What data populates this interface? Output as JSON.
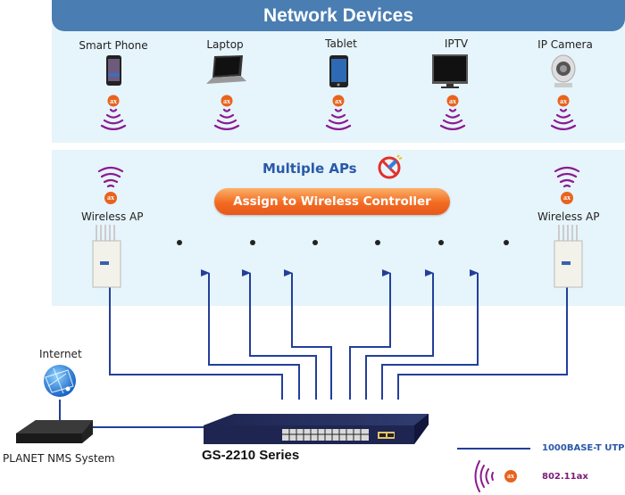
{
  "devices_section": {
    "title": "Network Devices",
    "devices": [
      {
        "label": "Smart Phone",
        "icon": "smartphone-icon",
        "badge": "ax"
      },
      {
        "label": "Laptop",
        "icon": "laptop-icon",
        "badge": "ax"
      },
      {
        "label": "Tablet",
        "icon": "tablet-icon",
        "badge": "ax"
      },
      {
        "label": "IPTV",
        "icon": "tv-icon",
        "badge": "ax"
      },
      {
        "label": "IP Camera",
        "icon": "webcam-icon",
        "badge": "ax"
      }
    ]
  },
  "aps_section": {
    "title": "Multiple APs",
    "button_label": "Assign to Wireless Controller",
    "left_ap": {
      "label": "Wireless AP",
      "badge": "ax"
    },
    "right_ap": {
      "label": "Wireless AP",
      "badge": "ax"
    }
  },
  "internet_label": "Internet",
  "nms_label": "PLANET NMS System",
  "switch_label": "GS-2210 Series",
  "legend": {
    "utp_label": "1000BASE-T UTP",
    "wifi_label": "802.11ax",
    "wifi_badge": "ax"
  },
  "colors": {
    "header_blue": "#4a7db2",
    "panel_bg": "#e6f4fb",
    "cable_blue": "#233f9a",
    "wifi_purple": "#8b1a8f",
    "ax_orange": "#e8631e",
    "title_blue": "#2a59a8"
  }
}
